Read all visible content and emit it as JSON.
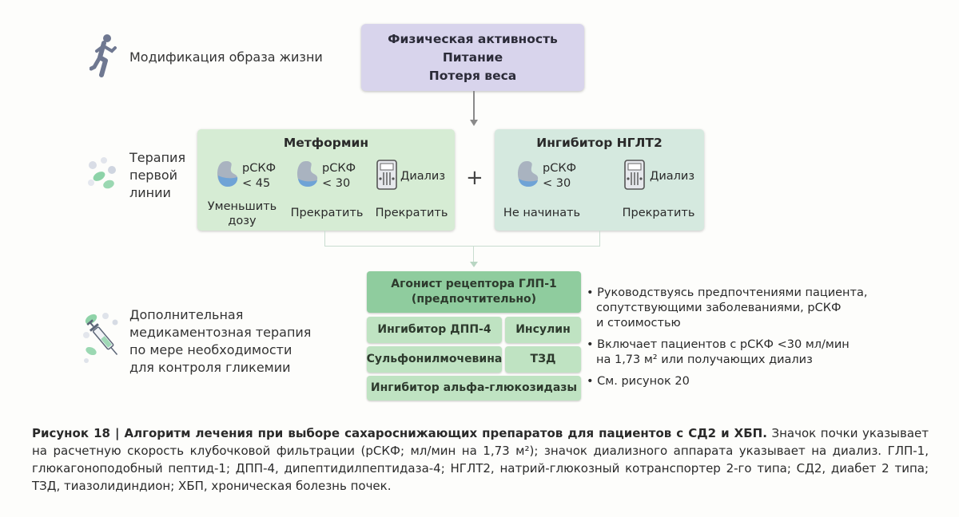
{
  "rows": {
    "lifestyle": "Модификация образа жизни",
    "first_line": [
      "Терапия",
      "первой",
      "линии"
    ],
    "additional": [
      "Дополнительная",
      "медикаментозная терапия",
      "по мере необходимости",
      "для контроля гликемии"
    ]
  },
  "lifestyle_box": [
    "Физическая активность",
    "Питание",
    "Потеря веса"
  ],
  "metformin": {
    "title": "Метформин",
    "items": [
      {
        "cond": [
          "рСКФ",
          "< 45"
        ],
        "action": [
          "Уменьшить",
          "дозу"
        ]
      },
      {
        "cond": [
          "рСКФ",
          "< 30"
        ],
        "action": [
          "Прекратить"
        ]
      },
      {
        "cond": [
          "Диализ"
        ],
        "action": [
          "Прекратить"
        ]
      }
    ]
  },
  "plus": "+",
  "sglt2": {
    "title": "Ингибитор НГЛТ2",
    "items": [
      {
        "cond": [
          "рСКФ",
          "< 30"
        ],
        "action": [
          "Не начинать"
        ]
      },
      {
        "cond": [
          "Диализ"
        ],
        "action": [
          "Прекратить"
        ]
      }
    ]
  },
  "additional_drugs": {
    "glp1": [
      "Агонист рецептора ГЛП-1",
      "(предпочтительно)"
    ],
    "dpp4": "Ингибитор ДПП-4",
    "insulin": "Инсулин",
    "su": "Сульфонилмочевина",
    "tzd": "ТЗД",
    "agi": "Ингибитор альфа-глюкозидазы"
  },
  "bullets": [
    [
      "Руководствуясь предпочтениями пациента,",
      "сопутствующими заболеваниями, рСКФ",
      "и стоимостью"
    ],
    [
      "Включает пациентов с рСКФ <30 мл/мин",
      "на 1,73 м² или получающих диализ"
    ],
    [
      "См. рисунок 20"
    ]
  ],
  "caption": {
    "bold": "Рисунок 18 | Алгоритм лечения при выборе сахароснижающих препаратов для пациентов с СД2 и ХБП.",
    "text": " Значок почки указывает на расчетную скорость клубочковой фильтрации (рСКФ; мл/мин на 1,73 м²); значок диализного аппарата указывает на диализ. ГЛП-1, глюкагоноподобный пептид-1; ДПП-4, дипептидилпептидаза-4; НГЛТ2, натрий-глюкозный котранспортер 2-го типа; СД2, диабет 2 типа; ТЗД, тиазолидиндион; ХБП, хроническая болезнь почек."
  },
  "colors": {
    "lifestyle_box": "#d8d4ec",
    "metformin_box": "#d6ecd4",
    "sglt2_box": "#d5e9df",
    "glp1_box": "#8fcc9e",
    "drug_box": "#bfe3c2",
    "kidney": "#7d8da0"
  },
  "icons": {
    "lifestyle": "runner-icon",
    "first_line": "pills-icon",
    "additional": "syringe-pills-icon",
    "egfr": "kidney-icon",
    "dialysis": "dialysis-machine-icon"
  }
}
